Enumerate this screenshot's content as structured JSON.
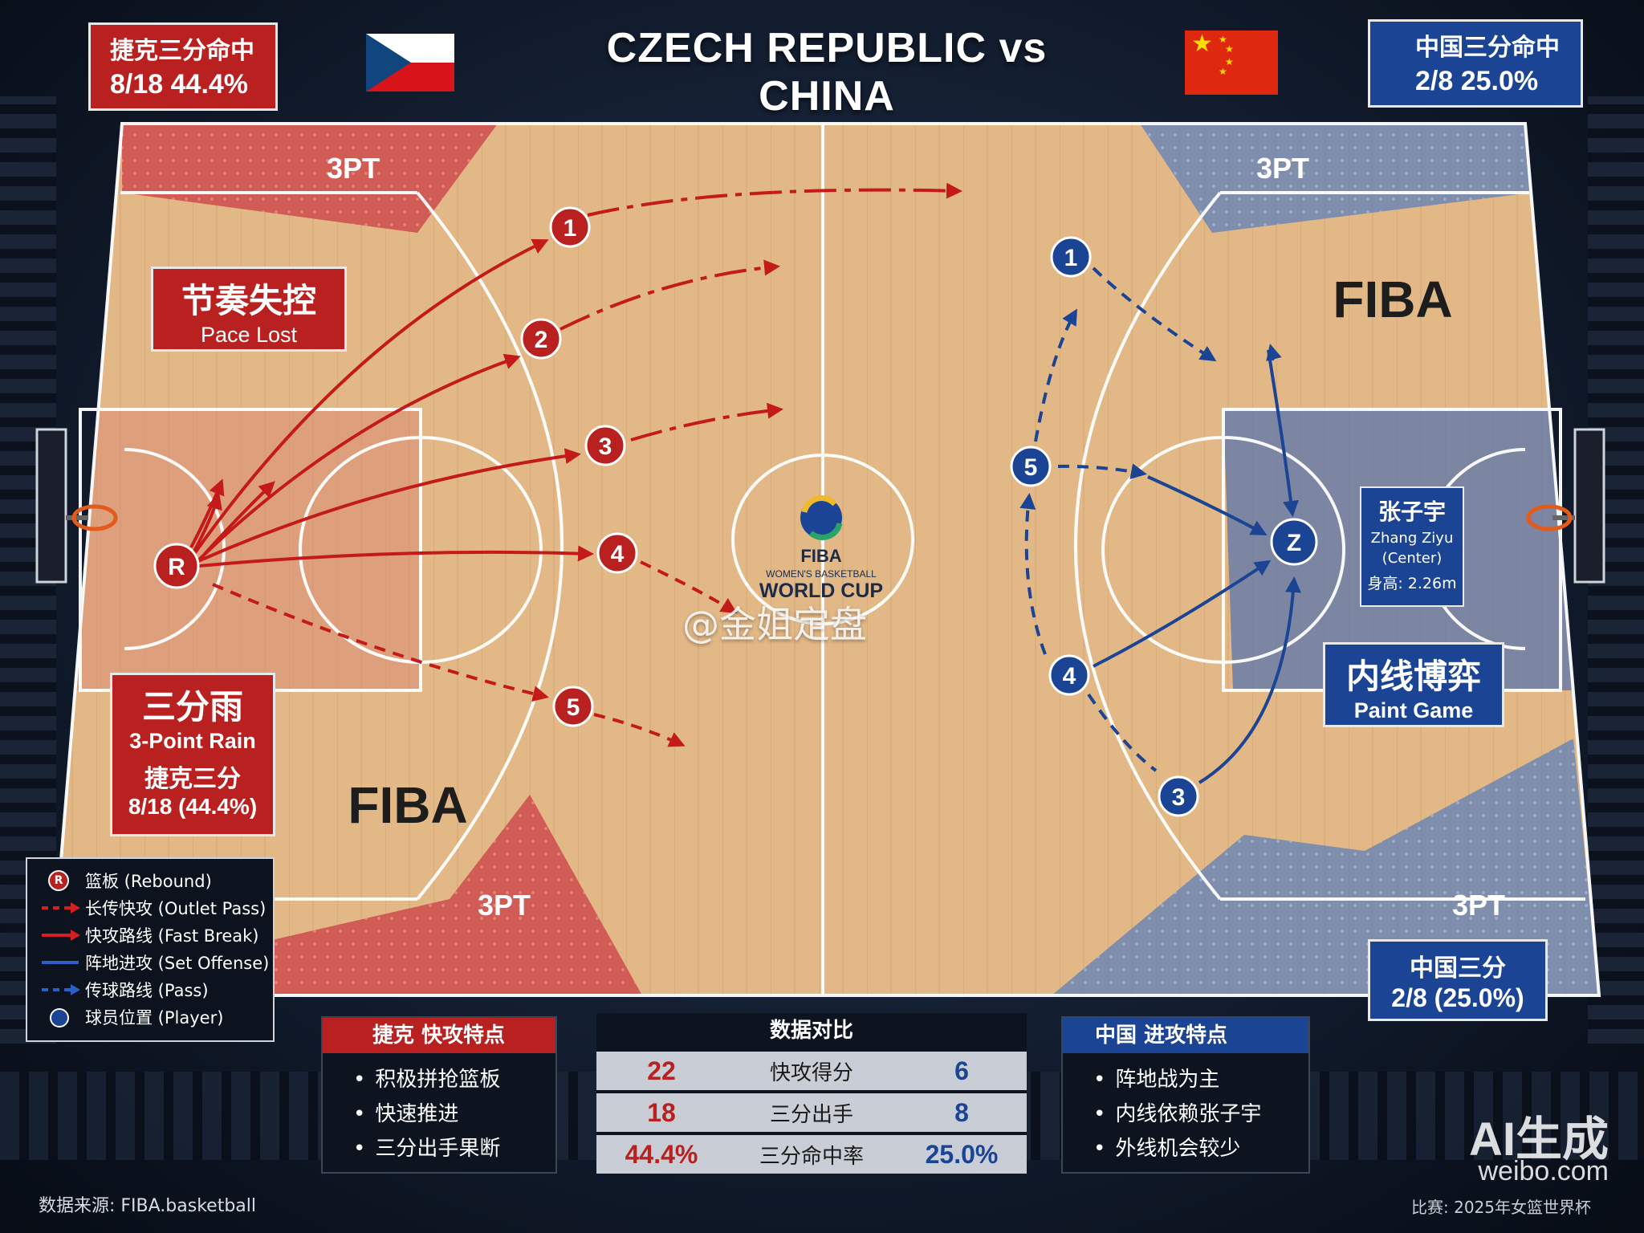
{
  "title": "CZECH REPUBLIC vs CHINA",
  "cz_stat": {
    "title": "捷克三分命中",
    "value": "8/18  44.4%"
  },
  "cn_stat": {
    "title": "中国三分命中",
    "value": "2/8  25.0%"
  },
  "court": {
    "zone_3pt": "3PT",
    "fiba_mark": "FIBA",
    "center_logo": {
      "top": "FIBA",
      "sub": "WOMEN'S BASKETBALL",
      "main": "WORLD CUP"
    }
  },
  "cz_players": [
    "1",
    "2",
    "3",
    "4",
    "5"
  ],
  "cz_rebound": "R",
  "cn_players": [
    "1",
    "5",
    "4",
    "3"
  ],
  "cn_center": "Z",
  "labels": {
    "pace_lost_cn": "节奏失控",
    "pace_lost_en": "Pace Lost",
    "rain_cn": "三分雨",
    "rain_en": "3-Point Rain",
    "rain_sub_cn": "捷克三分",
    "rain_sub_val": "8/18 (44.4%)",
    "paint_cn": "内线博弈",
    "paint_en": "Paint Game",
    "cn_3pt_cn": "中国三分",
    "cn_3pt_val": "2/8 (25.0%)"
  },
  "zhang": {
    "cn": "张子宇",
    "en": "Zhang Ziyu",
    "pos": "(Center)",
    "height": "身高: 2.26m"
  },
  "legend": [
    {
      "text": "篮板  (Rebound)",
      "symbol": "rebound-icon"
    },
    {
      "text": "长传快攻  (Outlet Pass)",
      "symbol": "red-dashed-arrow"
    },
    {
      "text": "快攻路线  (Fast Break)",
      "symbol": "red-solid-arrow"
    },
    {
      "text": "阵地进攻  (Set Offense)",
      "symbol": "blue-solid-line"
    },
    {
      "text": "传球路线  (Pass)",
      "symbol": "blue-dashed-arrow"
    },
    {
      "text": "球员位置  (Player)",
      "symbol": "player-dot"
    }
  ],
  "cz_panel": {
    "title": "捷克  快攻特点",
    "items": [
      "积极拼抢篮板",
      "快速推进",
      "三分出手果断"
    ]
  },
  "cn_panel": {
    "title": "中国  进攻特点",
    "items": [
      "阵地战为主",
      "内线依赖张子宇",
      "外线机会较少"
    ]
  },
  "comparison": {
    "title": "数据对比",
    "rows": [
      {
        "cz": "22",
        "label": "快攻得分",
        "cn": "6"
      },
      {
        "cz": "18",
        "label": "三分出手",
        "cn": "8"
      },
      {
        "cz": "44.4%",
        "label": "三分命中率",
        "cn": "25.0%"
      }
    ]
  },
  "source": "数据来源: FIBA.basketball",
  "match": "比赛: 2025年女篮世界杯",
  "watermark": {
    "handle": "@金姐定盘",
    "ai": "AI生成",
    "site": "weibo.com"
  },
  "colors": {
    "cz_red": "#b8211f",
    "cn_blue": "#1b4594",
    "floor": "#e2b887"
  }
}
